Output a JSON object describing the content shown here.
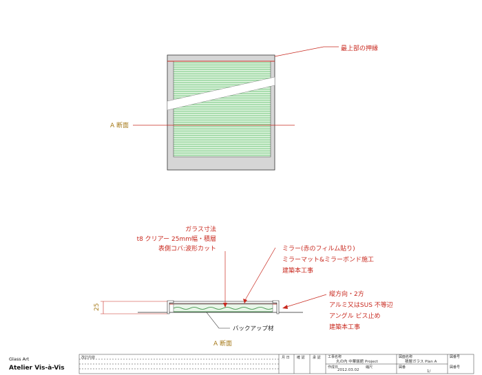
{
  "drawing": {
    "top_label_frame": "最上部の押縁",
    "section_marker": "A 断面",
    "glass_spec": [
      "ガラス寸法",
      "t8 クリアー 25mm幅・積層",
      "表側コバ:波形カット"
    ],
    "mirror_spec": [
      "ミラー(赤のフィルム貼り)",
      "ミラーマット&ミラーボンド施工",
      "建築本工事"
    ],
    "angle_spec": [
      "縦方向・2方",
      "アルミ又はSUS 不等辺",
      "アングル ビス止め",
      "建築本工事"
    ],
    "dimension_25": "25",
    "backup_label": "バックアップ材",
    "section_caption": "A 断面"
  },
  "logo": {
    "line1": "Glass Art",
    "line2": "Atelier Vis-à-Vis"
  },
  "title_block": {
    "h_col1": "改訂内容",
    "h_date": "月 日",
    "h_check": "確 認",
    "h_approve": "承 認",
    "project_label": "工事名称",
    "project_value": "丸の内 中華飯館 Project",
    "drawing_label": "図面名称",
    "drawing_value": "積層ガラス Plan A",
    "date_label": "作成日",
    "date_value": "2012.03.02",
    "scale_label": "縮尺",
    "sheet_label": "図番",
    "sheet_value": "1/",
    "no_label": "図番号",
    "extra_label": "図番号"
  },
  "colors": {
    "red": "#c8281e",
    "ochre": "#a67a1a",
    "glass": "#a8dca8",
    "frame": "#d6d6d6"
  }
}
